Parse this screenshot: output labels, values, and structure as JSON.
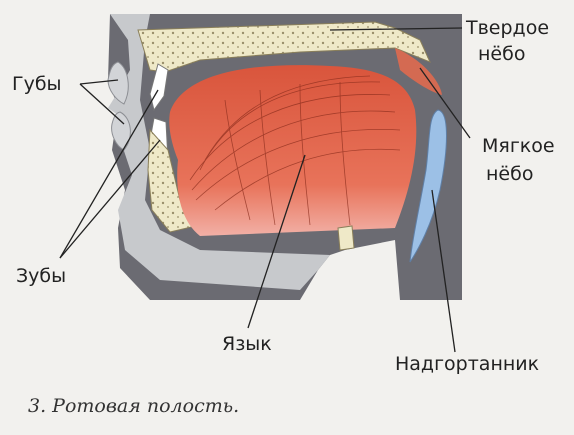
{
  "labels": {
    "hard_palate_line1": "Твердое",
    "hard_palate_line2": "нёбо",
    "lips": "Губы",
    "soft_palate_line1": "Мягкое",
    "soft_palate_line2": "нёбо",
    "teeth": "Зубы",
    "tongue": "Язык",
    "epiglottis": "Надгортанник"
  },
  "caption": "3. Ротовая полость.",
  "colors": {
    "background": "#f2f1ee",
    "dark_tissue": "#6b6b72",
    "bone": "#efe9c8",
    "tongue": "#e46a4c",
    "gum": "#bfc2c6",
    "epiglottis": "#9cc0e6"
  }
}
